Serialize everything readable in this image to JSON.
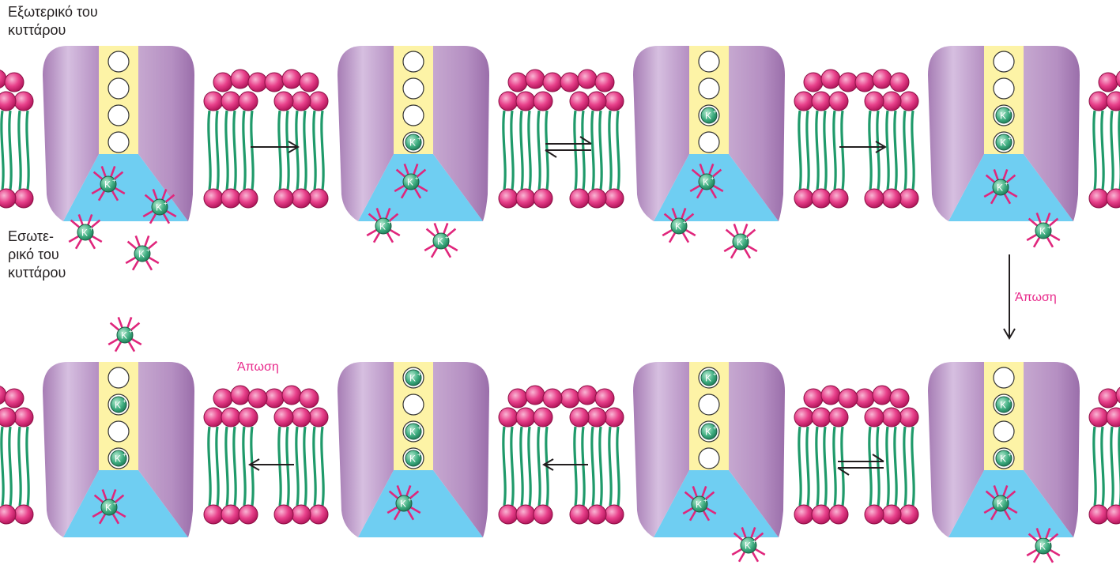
{
  "labels": {
    "outside_line1": "Εξωτερικό του",
    "outside_line2": "κυττάρου",
    "inside_line1": "Εσωτε-",
    "inside_line2": "ρικό του",
    "inside_line3": "κυττάρου",
    "repulsion_1": "Άπωση",
    "repulsion_2": "Άπωση",
    "ion": "K",
    "ion_charge": "+"
  },
  "colors": {
    "protein": "#b78ec2",
    "protein_light": "#d3b8dc",
    "filter": "#fdf3a6",
    "vestibule": "#6fcef2",
    "lipid_head": "#e83f8a",
    "lipid_tail": "#1f9a6a",
    "ion_fill": "#3aa57a",
    "hydration": "#e0267c",
    "text_accent": "#e8288a"
  },
  "states": [
    {
      "filter_sites": [
        "empty",
        "empty",
        "empty",
        "empty"
      ],
      "cavity_ions": 2,
      "below_ions": 2
    },
    {
      "filter_sites": [
        "empty",
        "empty",
        "empty",
        "K"
      ],
      "cavity_ions": 1,
      "below_ions": 2
    },
    {
      "filter_sites": [
        "empty",
        "empty",
        "K",
        "empty"
      ],
      "cavity_ions": 1,
      "below_ions": 2
    },
    {
      "filter_sites": [
        "empty",
        "empty",
        "K",
        "K"
      ],
      "cavity_ions": 1,
      "below_ions": 1
    },
    {
      "filter_sites": [
        "empty",
        "K",
        "empty",
        "K"
      ],
      "cavity_ions": 1,
      "below_ions": 1
    },
    {
      "filter_sites": [
        "K",
        "empty",
        "K",
        "empty"
      ],
      "cavity_ions": 1,
      "below_ions": 1
    },
    {
      "filter_sites": [
        "K",
        "empty",
        "K",
        "K"
      ],
      "cavity_ions": 1,
      "below_ions": 0
    },
    {
      "filter_sites": [
        "empty",
        "K",
        "empty",
        "K"
      ],
      "cavity_ions": 1,
      "below_ions": 0,
      "above_ions": 1
    }
  ],
  "transitions": [
    "forward",
    "equilibrium",
    "forward",
    "forward",
    "equilibrium",
    "forward",
    "forward"
  ]
}
